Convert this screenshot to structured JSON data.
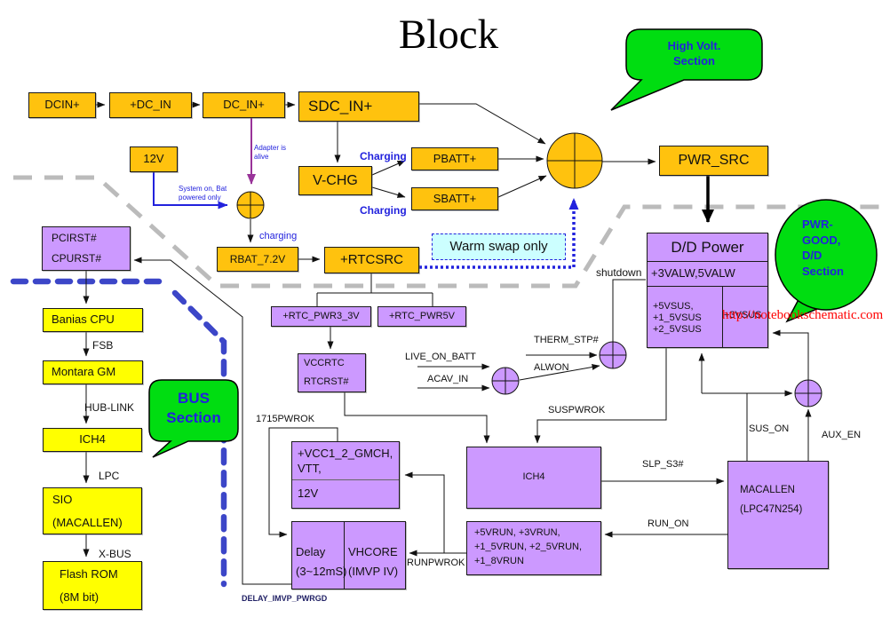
{
  "title": "Block",
  "watermark": "http://notebookschematic.com",
  "colors": {
    "orange": "#FFC20E",
    "purple": "#CC99FF",
    "yellow": "#FFFF00",
    "green": "#00DD11",
    "blue": "#2222DD",
    "cyan": "#CCFFFF",
    "red": "#FF0000",
    "graydash": "#BBBBBB",
    "bluedash": "#3C46C8",
    "magenta": "#993399"
  },
  "bubbles": {
    "high_volt": "High Volt.\nSection",
    "pwr_good": "PWR-\nGOOD,\nD/D\nSection",
    "bus": "BUS\nSection"
  },
  "nodes": {
    "dcin": "DCIN+",
    "dc_in": "+DC_IN",
    "dc_in_plus": "DC_IN+",
    "sdc_in": "SDC_IN+",
    "v12": "12V",
    "v_chg": "V-CHG",
    "pbatt": "PBATT+",
    "sbatt": "SBATT+",
    "pwr_src": "PWR_SRC",
    "rbat": "RBAT_7.2V",
    "rtcsrc": "+RTCSRC",
    "pcirst": "PCIRST#\nCPURST#",
    "banias": "Banias CPU",
    "montara": "Montara GM",
    "ich4_bus": "ICH4",
    "sio": "SIO\n(MACALLEN)",
    "flash": "Flash ROM\n(8M bit)",
    "rtc_pwr3": "+RTC_PWR3_3V",
    "rtc_pwr5": "+RTC_PWR5V",
    "vccrtc": "VCCRTC\nRTCRST#",
    "warm_swap": "Warm swap only",
    "dd_title": "D/D Power",
    "dd_row2": "+3VALW,5VALW",
    "dd_sus": "+5VSUS,\n+1_5VSUS\n+2_5VSUS",
    "dd_3vsus": "+3VSUS",
    "ich4_main": "ICH4",
    "vcc_gmch": "+VCC1_2_GMCH,\nVTT,",
    "vcc_12v": "12V",
    "delay": "Delay\n(3~12mS)",
    "vhcore": "VHCORE\n(IMVP IV)",
    "vrun": "+5VRUN, +3VRUN,\n+1_5VRUN, +2_5VRUN,\n+1_8VRUN",
    "macallen": "MACALLEN\n(LPC47N254)"
  },
  "labels": {
    "adapter": "Adapter is\nalive",
    "system_on": "System on, Bat\npowered only",
    "charging_small": "charging",
    "charging1": "Charging",
    "charging2": "Charging",
    "fsb": "FSB",
    "hub_link": "HUB-LINK",
    "lpc": "LPC",
    "xbus": "X-BUS",
    "shutdown": "shutdown",
    "live_on_batt": "LIVE_ON_BATT",
    "acav_in": "ACAV_IN",
    "therm_stp": "THERM_STP#",
    "alwon": "ALWON",
    "suspwrok": "SUSPWROK",
    "pwrok1715": "1715PWROK",
    "slp_s3": "SLP_S3#",
    "run_on": "RUN_ON",
    "sus_on": "SUS_ON",
    "aux_en": "AUX_EN",
    "runpwrok": "RUNPWROK",
    "delay_imvp": "DELAY_IMVP_PWRGD"
  }
}
